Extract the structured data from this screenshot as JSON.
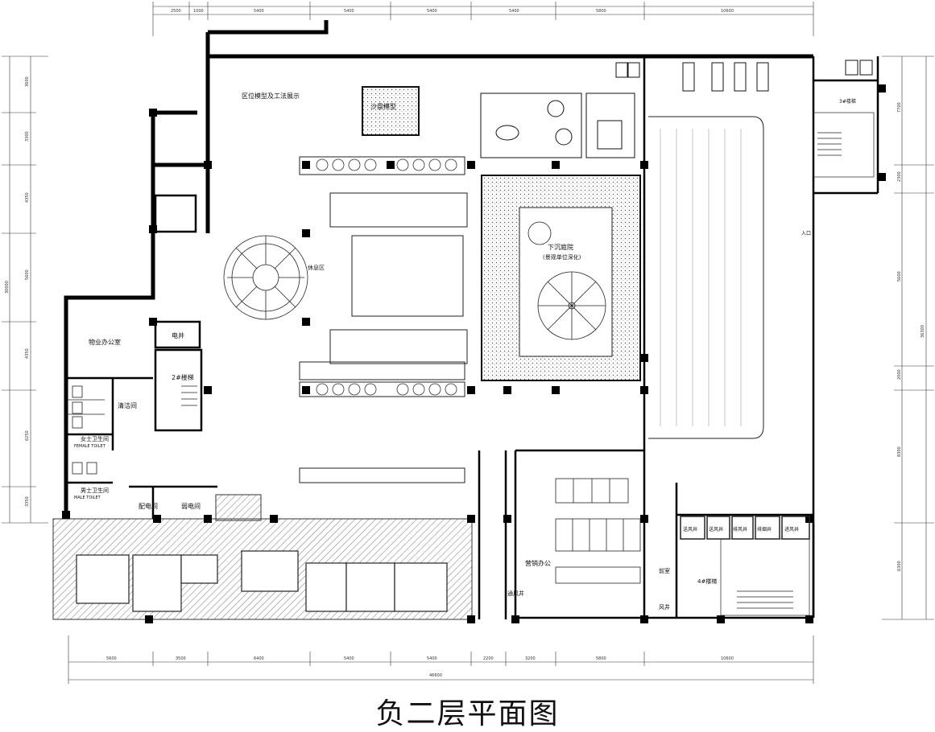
{
  "title": "负二层平面图",
  "rooms": {
    "model_display": "区位模型及工法展示",
    "sand_table": "沙盘模型",
    "lounge": "休息区",
    "sunken_courtyard": "下沉庭院",
    "courtyard_note": "(景观单位深化)",
    "property_office": "物业办公室",
    "electrical_shaft": "电井",
    "stair_2": "2#楼梯",
    "stair_3": "3#楼梯",
    "cleaning_room": "清洁间",
    "female_toilet": "女士卫生间",
    "female_toilet_en": "FEMALE TOILET",
    "male_toilet": "男士卫生间",
    "male_toilet_en": "MALE TOILET",
    "power_room": "配电间",
    "weak_room": "弱电间",
    "sales_office": "营销办公",
    "vent_shaft": "通风井",
    "rooms_row": [
      "送风井",
      "送风井",
      "排风井",
      "排烟井",
      "进风井"
    ],
    "front_room": "前室",
    "stair_4": "4#楼梯",
    "corridor": "风井",
    "entrance": "入口"
  },
  "dims": {
    "top": [
      "2500",
      "1000",
      "5400",
      "5400",
      "5400",
      "5400",
      "5800",
      "10600"
    ],
    "bottom": [
      "5600",
      "3500",
      "6400",
      "5400",
      "5400",
      "2200",
      "3200",
      "5800",
      "10600"
    ],
    "total": "46600",
    "left": [
      "3600",
      "3300",
      "4350",
      "5600",
      "4350",
      "6250",
      "3350"
    ],
    "right": [
      "7700",
      "2300",
      "5600",
      "2000",
      "8300",
      "6300"
    ],
    "right_total": "36300",
    "left_total": "30000"
  }
}
